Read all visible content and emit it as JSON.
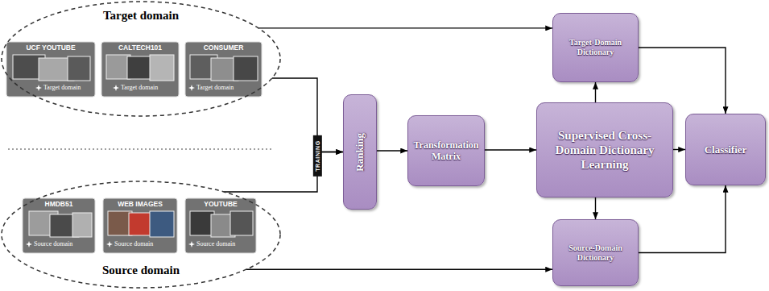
{
  "diagram": {
    "nodes": [
      {
        "text": [
          "Target domain"
        ]
      },
      {
        "text": [
          "UCF YOUTUBE",
          "Target domain"
        ],
        "in": 0
      },
      {
        "text": [
          "CALTECH101",
          "Target domain"
        ],
        "in": 0
      },
      {
        "text": [
          "CONSUMER",
          "Target domain"
        ],
        "in": 0
      },
      {
        "text": [
          "Source domain"
        ]
      },
      {
        "text": [
          "HMDB51",
          "Source domain"
        ],
        "in": 4
      },
      {
        "text": [
          "WEB IMAGES",
          "Source domain"
        ],
        "in": 4
      },
      {
        "text": [
          "YOUTUBE",
          "Source domain"
        ],
        "in": 4
      },
      {
        "text": [
          "Ranking"
        ]
      },
      {
        "text": [
          "Target-Domain Dictionary"
        ]
      },
      {
        "text": [
          "Transformation Matrix"
        ]
      },
      {
        "text": [
          "Supervised Cross-Domain Dictionary Learning"
        ]
      },
      {
        "text": [
          "Classifier"
        ]
      },
      {
        "text": [
          "Source-Domain Dictionary"
        ]
      }
    ],
    "edges": [
      {
        "from": 0,
        "to": 8,
        "arrow": "to"
      },
      {
        "from": 4,
        "to": 8,
        "arrow": "to"
      },
      {
        "from": 8,
        "to": 10,
        "arrow": "to"
      },
      {
        "from": 10,
        "to": 11,
        "arrow": "to"
      },
      {
        "from": 11,
        "to": 9,
        "arrow": "to"
      },
      {
        "from": 11,
        "to": 13,
        "arrow": "to"
      },
      {
        "from": 11,
        "to": 12,
        "arrow": "to"
      },
      {
        "from": 0,
        "to": 9,
        "arrow": "to"
      },
      {
        "from": 4,
        "to": 13,
        "arrow": "to"
      },
      {
        "from": 9,
        "to": 12,
        "arrow": "to"
      },
      {
        "from": 13,
        "to": 12,
        "arrow": "to"
      }
    ],
    "labels": [
      "TRAINING"
    ]
  }
}
